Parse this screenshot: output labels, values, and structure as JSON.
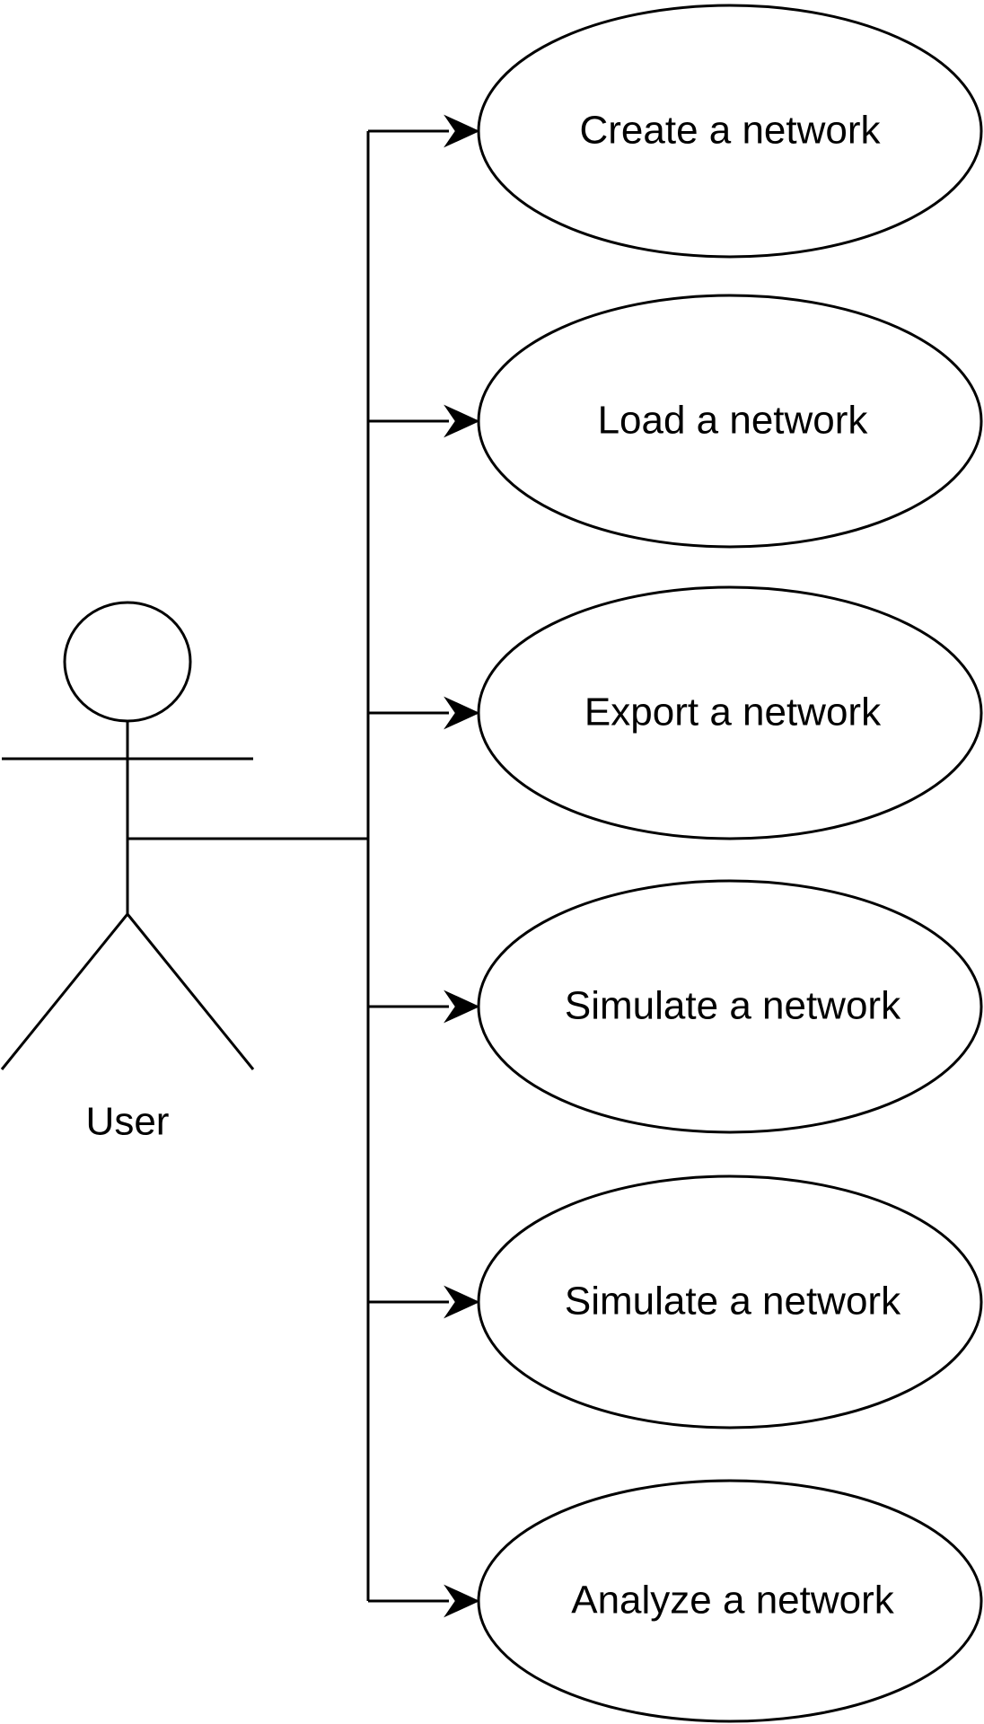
{
  "actor": {
    "label": "User"
  },
  "use_cases": [
    {
      "label": "Create a network"
    },
    {
      "label": "Load a network"
    },
    {
      "label": "Export a network"
    },
    {
      "label": "Simulate a network"
    },
    {
      "label": "Simulate a network"
    },
    {
      "label": "Analyze a network"
    }
  ]
}
